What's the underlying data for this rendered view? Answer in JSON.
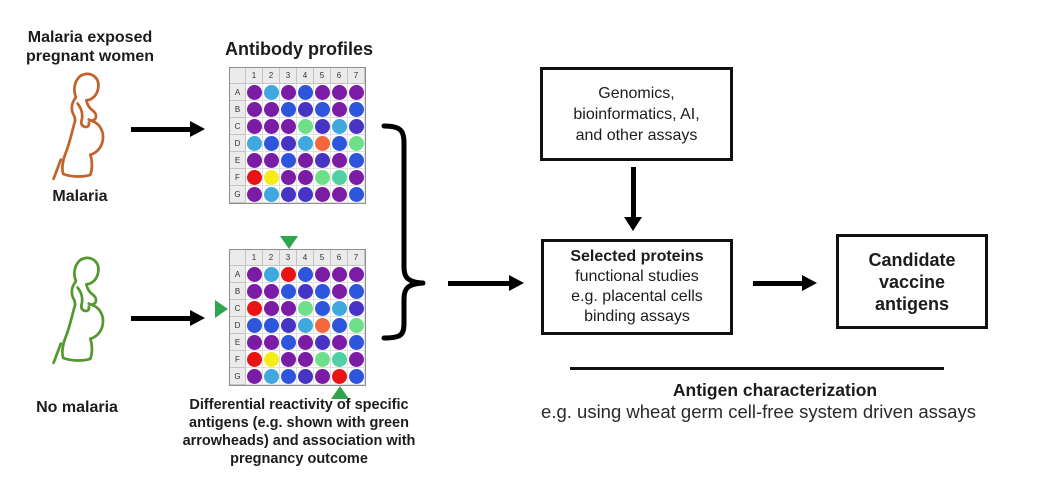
{
  "left": {
    "header_lines": [
      "Malaria exposed",
      "pregnant women"
    ],
    "malaria_label": "Malaria",
    "no_malaria_label": "No malaria",
    "malaria_color": "#c4622b",
    "no_malaria_color": "#55982f"
  },
  "plates": {
    "title": "Antibody profiles",
    "caption_lines": [
      "Differential reactivity of specific",
      "antigens (e.g. shown with green",
      "arrowheads) and association with",
      "pregnancy outcome"
    ],
    "column_labels": [
      "1",
      "2",
      "3",
      "4",
      "5",
      "6",
      "7"
    ],
    "row_labels": [
      "A",
      "B",
      "C",
      "D",
      "E",
      "F",
      "G"
    ],
    "palette": {
      "P": "#7a1ca5",
      "V": "#4834c4",
      "B": "#2e56dd",
      "S": "#3fa8df",
      "G": "#6ee08a",
      "T": "#4fd0a5",
      "O": "#f2683c",
      "R": "#e81414",
      "Y": "#f6ec1a"
    },
    "top_plate": [
      "PSPBPPP",
      "PPBVBPB",
      "PPPGVSV",
      "SBVSOBG",
      "PPBPVPB",
      "RYPPGTP",
      "PSVVPPB"
    ],
    "bottom_plate": [
      "PSRBPPP",
      "PPBVBPB",
      "RPPGBSV",
      "BBVSOBG",
      "PPBPVPB",
      "RYPPGTP",
      "PSBVPRB"
    ],
    "arrowhead_color": "#2ea64d",
    "arrowheads": [
      {
        "edge": "top",
        "column": "3"
      },
      {
        "edge": "left",
        "row": "C"
      },
      {
        "edge": "bottom",
        "column": "6"
      }
    ]
  },
  "boxes": {
    "genomics": {
      "lines": [
        "Genomics,",
        "bioinformatics, AI,",
        "and other assays"
      ]
    },
    "selected_proteins": {
      "title": "Selected proteins",
      "lines": [
        "functional studies",
        "e.g. placental cells",
        "binding assays"
      ]
    },
    "candidate": {
      "lines": [
        "Candidate",
        "vaccine",
        "antigens"
      ]
    }
  },
  "characterization": {
    "heading": "Antigen characterization",
    "subheading": "e.g. using wheat germ cell-free system driven assays"
  }
}
